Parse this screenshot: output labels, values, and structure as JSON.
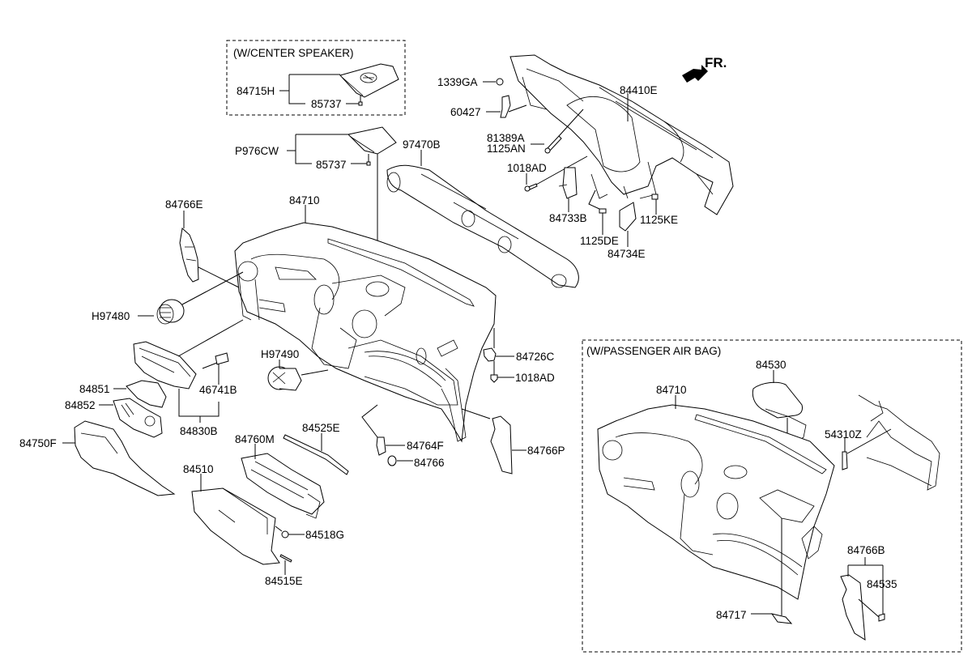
{
  "diagram": {
    "title": "Crash Pad / Instrument Panel Assembly",
    "direction_label": "FR.",
    "groups": {
      "center_speaker": "(W/CENTER SPEAKER)",
      "passenger_airbag": "(W/PASSENGER AIR BAG)"
    },
    "labels": {
      "p84715H": "84715H",
      "p85737_a": "85737",
      "pP976CW": "P976CW",
      "p85737_b": "85737",
      "p97470B": "97470B",
      "p1339GA": "1339GA",
      "p60427": "60427",
      "p84410E": "84410E",
      "p81389A": "81389A",
      "p1125AN": "1125AN",
      "p1018AD_a": "1018AD",
      "p84733B": "84733B",
      "p1125DE": "1125DE",
      "p1125KE": "1125KE",
      "p84734E": "84734E",
      "p84766E": "84766E",
      "p84710": "84710",
      "pH97480": "H97480",
      "pH97490": "H97490",
      "p84726C": "84726C",
      "p1018AD_b": "1018AD",
      "p84851": "84851",
      "p84852": "84852",
      "p46741B": "46741B",
      "p84830B": "84830B",
      "p84750F": "84750F",
      "p84760M": "84760M",
      "p84525E": "84525E",
      "p84764F": "84764F",
      "p84766": "84766",
      "p84766P": "84766P",
      "p84510": "84510",
      "p84518G": "84518G",
      "p84515E": "84515E",
      "p84530": "84530",
      "p84710_b": "84710",
      "p54310Z": "54310Z",
      "p84766B": "84766B",
      "p84535": "84535",
      "p84717": "84717"
    }
  }
}
